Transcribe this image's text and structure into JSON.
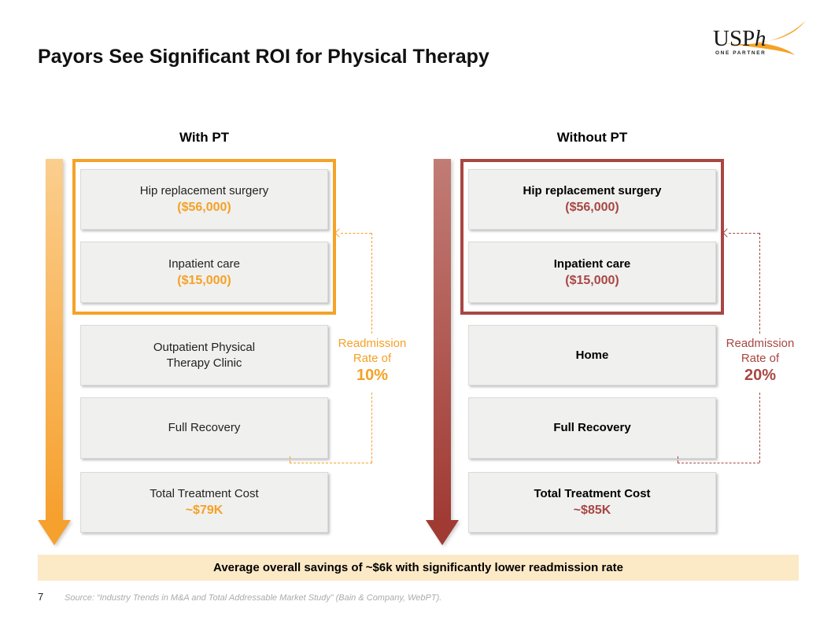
{
  "title": "Payors See Significant ROI for Physical Therapy",
  "logo": {
    "usp": "USP",
    "h": "h",
    "tagline": "ONE PARTNER"
  },
  "colors": {
    "orange_accent": "#F5A227",
    "orange_value": "#F5A125",
    "red_accent": "#A84743",
    "banner_bg": "#FCE9C6",
    "box_fill": "#F0F0EF"
  },
  "with_pt": {
    "heading": "With PT",
    "box1_label": "Hip replacement surgery",
    "box1_value": "($56,000)",
    "box2_label": "Inpatient care",
    "box2_value": "($15,000)",
    "box3_line1": "Outpatient Physical",
    "box3_line2": "Therapy Clinic",
    "box4_label": "Full Recovery",
    "box5_label": "Total Treatment Cost",
    "box5_value": "~$79K",
    "readmission_line1": "Readmission",
    "readmission_line2": "Rate of",
    "readmission_rate": "10%"
  },
  "without_pt": {
    "heading": "Without PT",
    "box1_label": "Hip replacement surgery",
    "box1_value": "($56,000)",
    "box2_label": "Inpatient care",
    "box2_value": "($15,000)",
    "box3_line1": "Home",
    "box4_label": "Full Recovery",
    "box5_label": "Total Treatment Cost",
    "box5_value": "~$85K",
    "readmission_line1": "Readmission",
    "readmission_line2": "Rate of",
    "readmission_rate": "20%"
  },
  "banner": "Average overall savings of ~$6k with significantly lower readmission rate",
  "footer": {
    "page": "7",
    "source": "Source: “Industry Trends in M&A and Total Addressable Market Study” (Bain & Company, WebPT)."
  }
}
